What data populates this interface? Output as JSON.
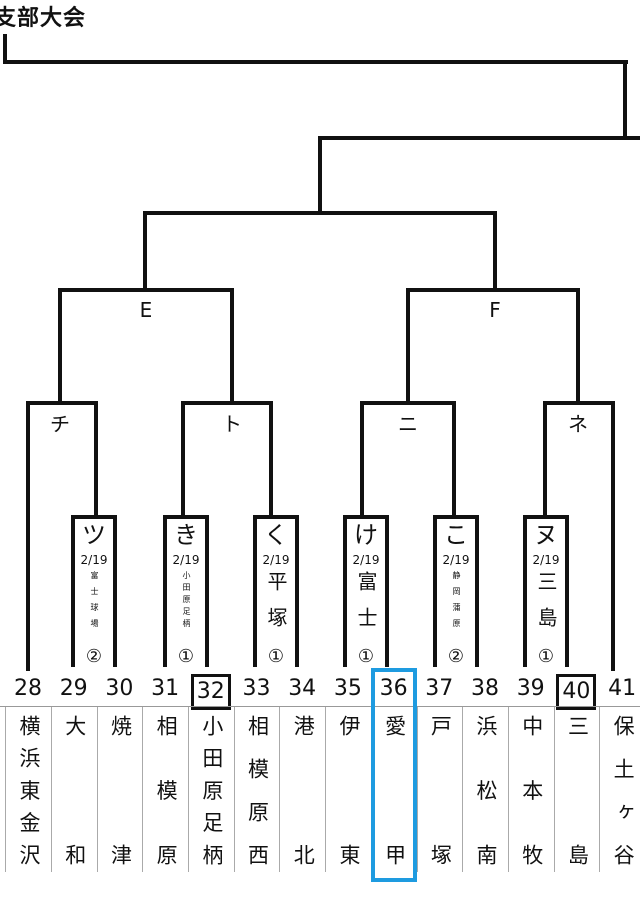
{
  "title": "支部大会",
  "semifinal_labels": {
    "E": "E",
    "F": "F"
  },
  "round_labels": [
    "チ",
    "ト",
    "ニ",
    "ネ"
  ],
  "matches": [
    {
      "key": "ツ",
      "date": "2/19",
      "venue": "富士球場",
      "court": "②",
      "small": true
    },
    {
      "key": "き",
      "date": "2/19",
      "venue": "小田原足柄",
      "court": "①",
      "small": true
    },
    {
      "key": "く",
      "date": "2/19",
      "venue": "平塚",
      "court": "①",
      "small": false
    },
    {
      "key": "け",
      "date": "2/19",
      "venue": "富士",
      "court": "①",
      "small": false
    },
    {
      "key": "こ",
      "date": "2/19",
      "venue": "静岡蒲原",
      "court": "②",
      "small": true
    },
    {
      "key": "ヌ",
      "date": "2/19",
      "venue": "三島",
      "court": "①",
      "small": false
    }
  ],
  "teams": [
    {
      "num": "28",
      "name": "横浜東金沢"
    },
    {
      "num": "29",
      "name": "大和"
    },
    {
      "num": "30",
      "name": "焼津"
    },
    {
      "num": "31",
      "name": "相模原"
    },
    {
      "num": "32",
      "name": "小田原足柄",
      "boxed": true
    },
    {
      "num": "33",
      "name": "相模原西"
    },
    {
      "num": "34",
      "name": "港北"
    },
    {
      "num": "35",
      "name": "伊東"
    },
    {
      "num": "36",
      "name": "愛甲",
      "highlighted": true
    },
    {
      "num": "37",
      "name": "戸塚"
    },
    {
      "num": "38",
      "name": "浜松南"
    },
    {
      "num": "39",
      "name": "中本牧"
    },
    {
      "num": "40",
      "name": "三島",
      "boxed": true
    },
    {
      "num": "41",
      "name": "保土ヶ谷"
    }
  ],
  "highlight_color": "#1e9be0"
}
